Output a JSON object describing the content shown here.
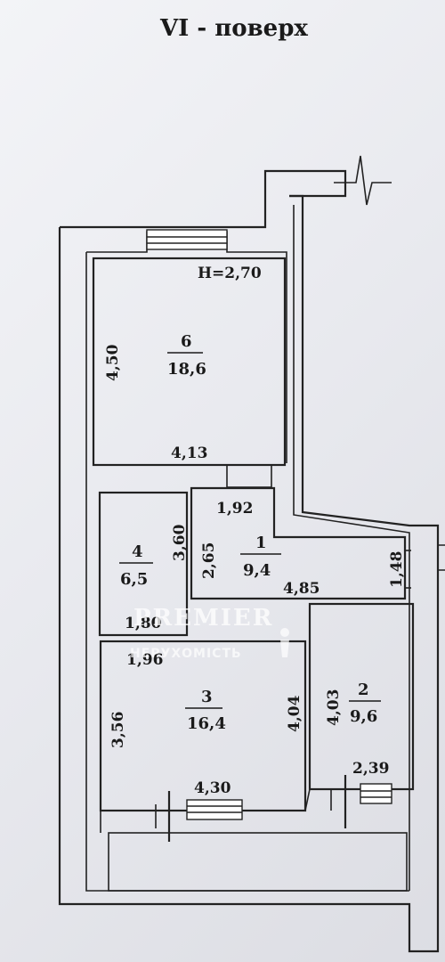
{
  "plan": {
    "title": "VI -  поверх",
    "ceiling_height": "H=2,70",
    "rooms": [
      {
        "number": "6",
        "area": "18,6"
      },
      {
        "number": "4",
        "area": "6,5"
      },
      {
        "number": "1",
        "area": "9,4"
      },
      {
        "number": "3",
        "area": "16,4"
      },
      {
        "number": "2",
        "area": "9,6"
      }
    ],
    "dimensions": {
      "room6_height": "4,50",
      "room6_width": "4,13",
      "room1_top": "1,92",
      "room4_height": "3,60",
      "room1_left": "2,65",
      "room1_width": "4,85",
      "room1_right": "1,48",
      "room4_width": "1,80",
      "room3_top": "1,96",
      "room3_height": "3,56",
      "room3_right": "4,04",
      "room2_left": "4,03",
      "room3_width": "4,30",
      "room2_width": "2,39"
    }
  },
  "watermark": {
    "logo": "PREMIER",
    "subtitle": "НЕРУХОМІСТЬ"
  }
}
